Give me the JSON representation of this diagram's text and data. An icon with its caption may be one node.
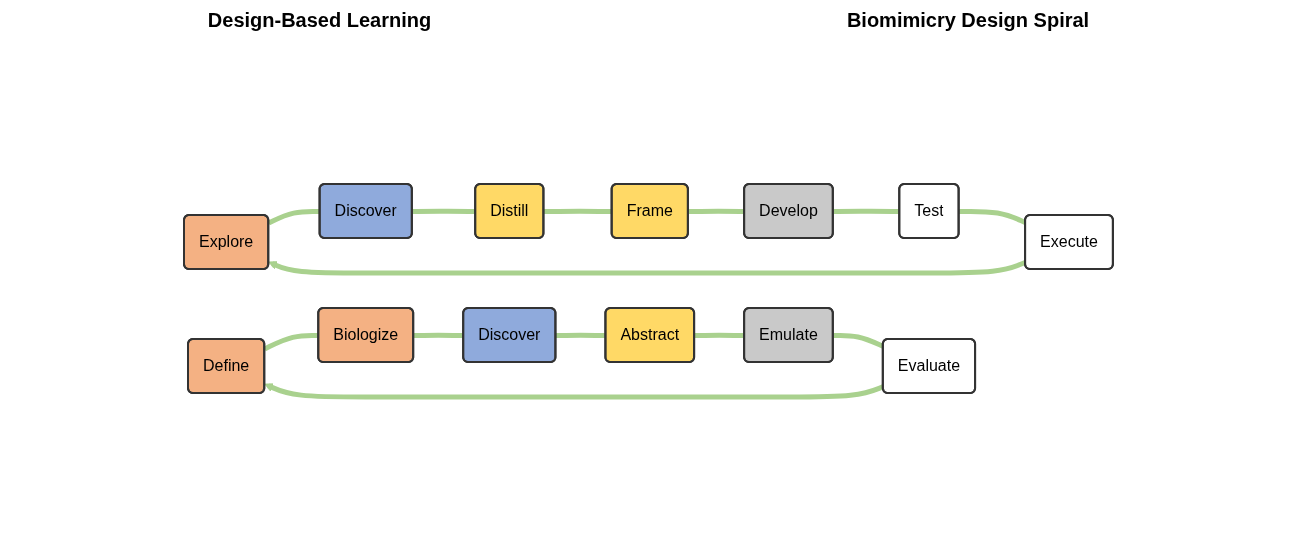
{
  "diagram": {
    "nodes": [
      {
        "text": [
          "Explore"
        ]
      },
      {
        "text": [
          "Discover"
        ]
      },
      {
        "text": [
          "Distill"
        ]
      },
      {
        "text": [
          "Frame"
        ]
      },
      {
        "text": [
          "Develop"
        ]
      },
      {
        "text": [
          "Test"
        ]
      },
      {
        "text": [
          "Execute"
        ]
      },
      {
        "text": [
          "Define"
        ]
      },
      {
        "text": [
          "Biologize"
        ]
      },
      {
        "text": [
          "Discover"
        ]
      },
      {
        "text": [
          "Abstract"
        ]
      },
      {
        "text": [
          "Emulate"
        ]
      },
      {
        "text": [
          "Evaluate"
        ]
      }
    ],
    "edges": [
      {
        "from": 0,
        "to": 1,
        "arrow": "none"
      },
      {
        "from": 1,
        "to": 2,
        "arrow": "none"
      },
      {
        "from": 2,
        "to": 3,
        "arrow": "none"
      },
      {
        "from": 3,
        "to": 4,
        "arrow": "none"
      },
      {
        "from": 4,
        "to": 5,
        "arrow": "none"
      },
      {
        "from": 5,
        "to": 6,
        "arrow": "none"
      },
      {
        "from": 6,
        "to": 0,
        "arrow": "to"
      },
      {
        "from": 7,
        "to": 8,
        "arrow": "none"
      },
      {
        "from": 8,
        "to": 9,
        "arrow": "none"
      },
      {
        "from": 9,
        "to": 10,
        "arrow": "none"
      },
      {
        "from": 10,
        "to": 11,
        "arrow": "none"
      },
      {
        "from": 11,
        "to": 12,
        "arrow": "none"
      },
      {
        "from": 12,
        "to": 7,
        "arrow": "to"
      }
    ],
    "labels": [
      "Design-Based Learning",
      "Biomimicry Design Spiral"
    ]
  }
}
